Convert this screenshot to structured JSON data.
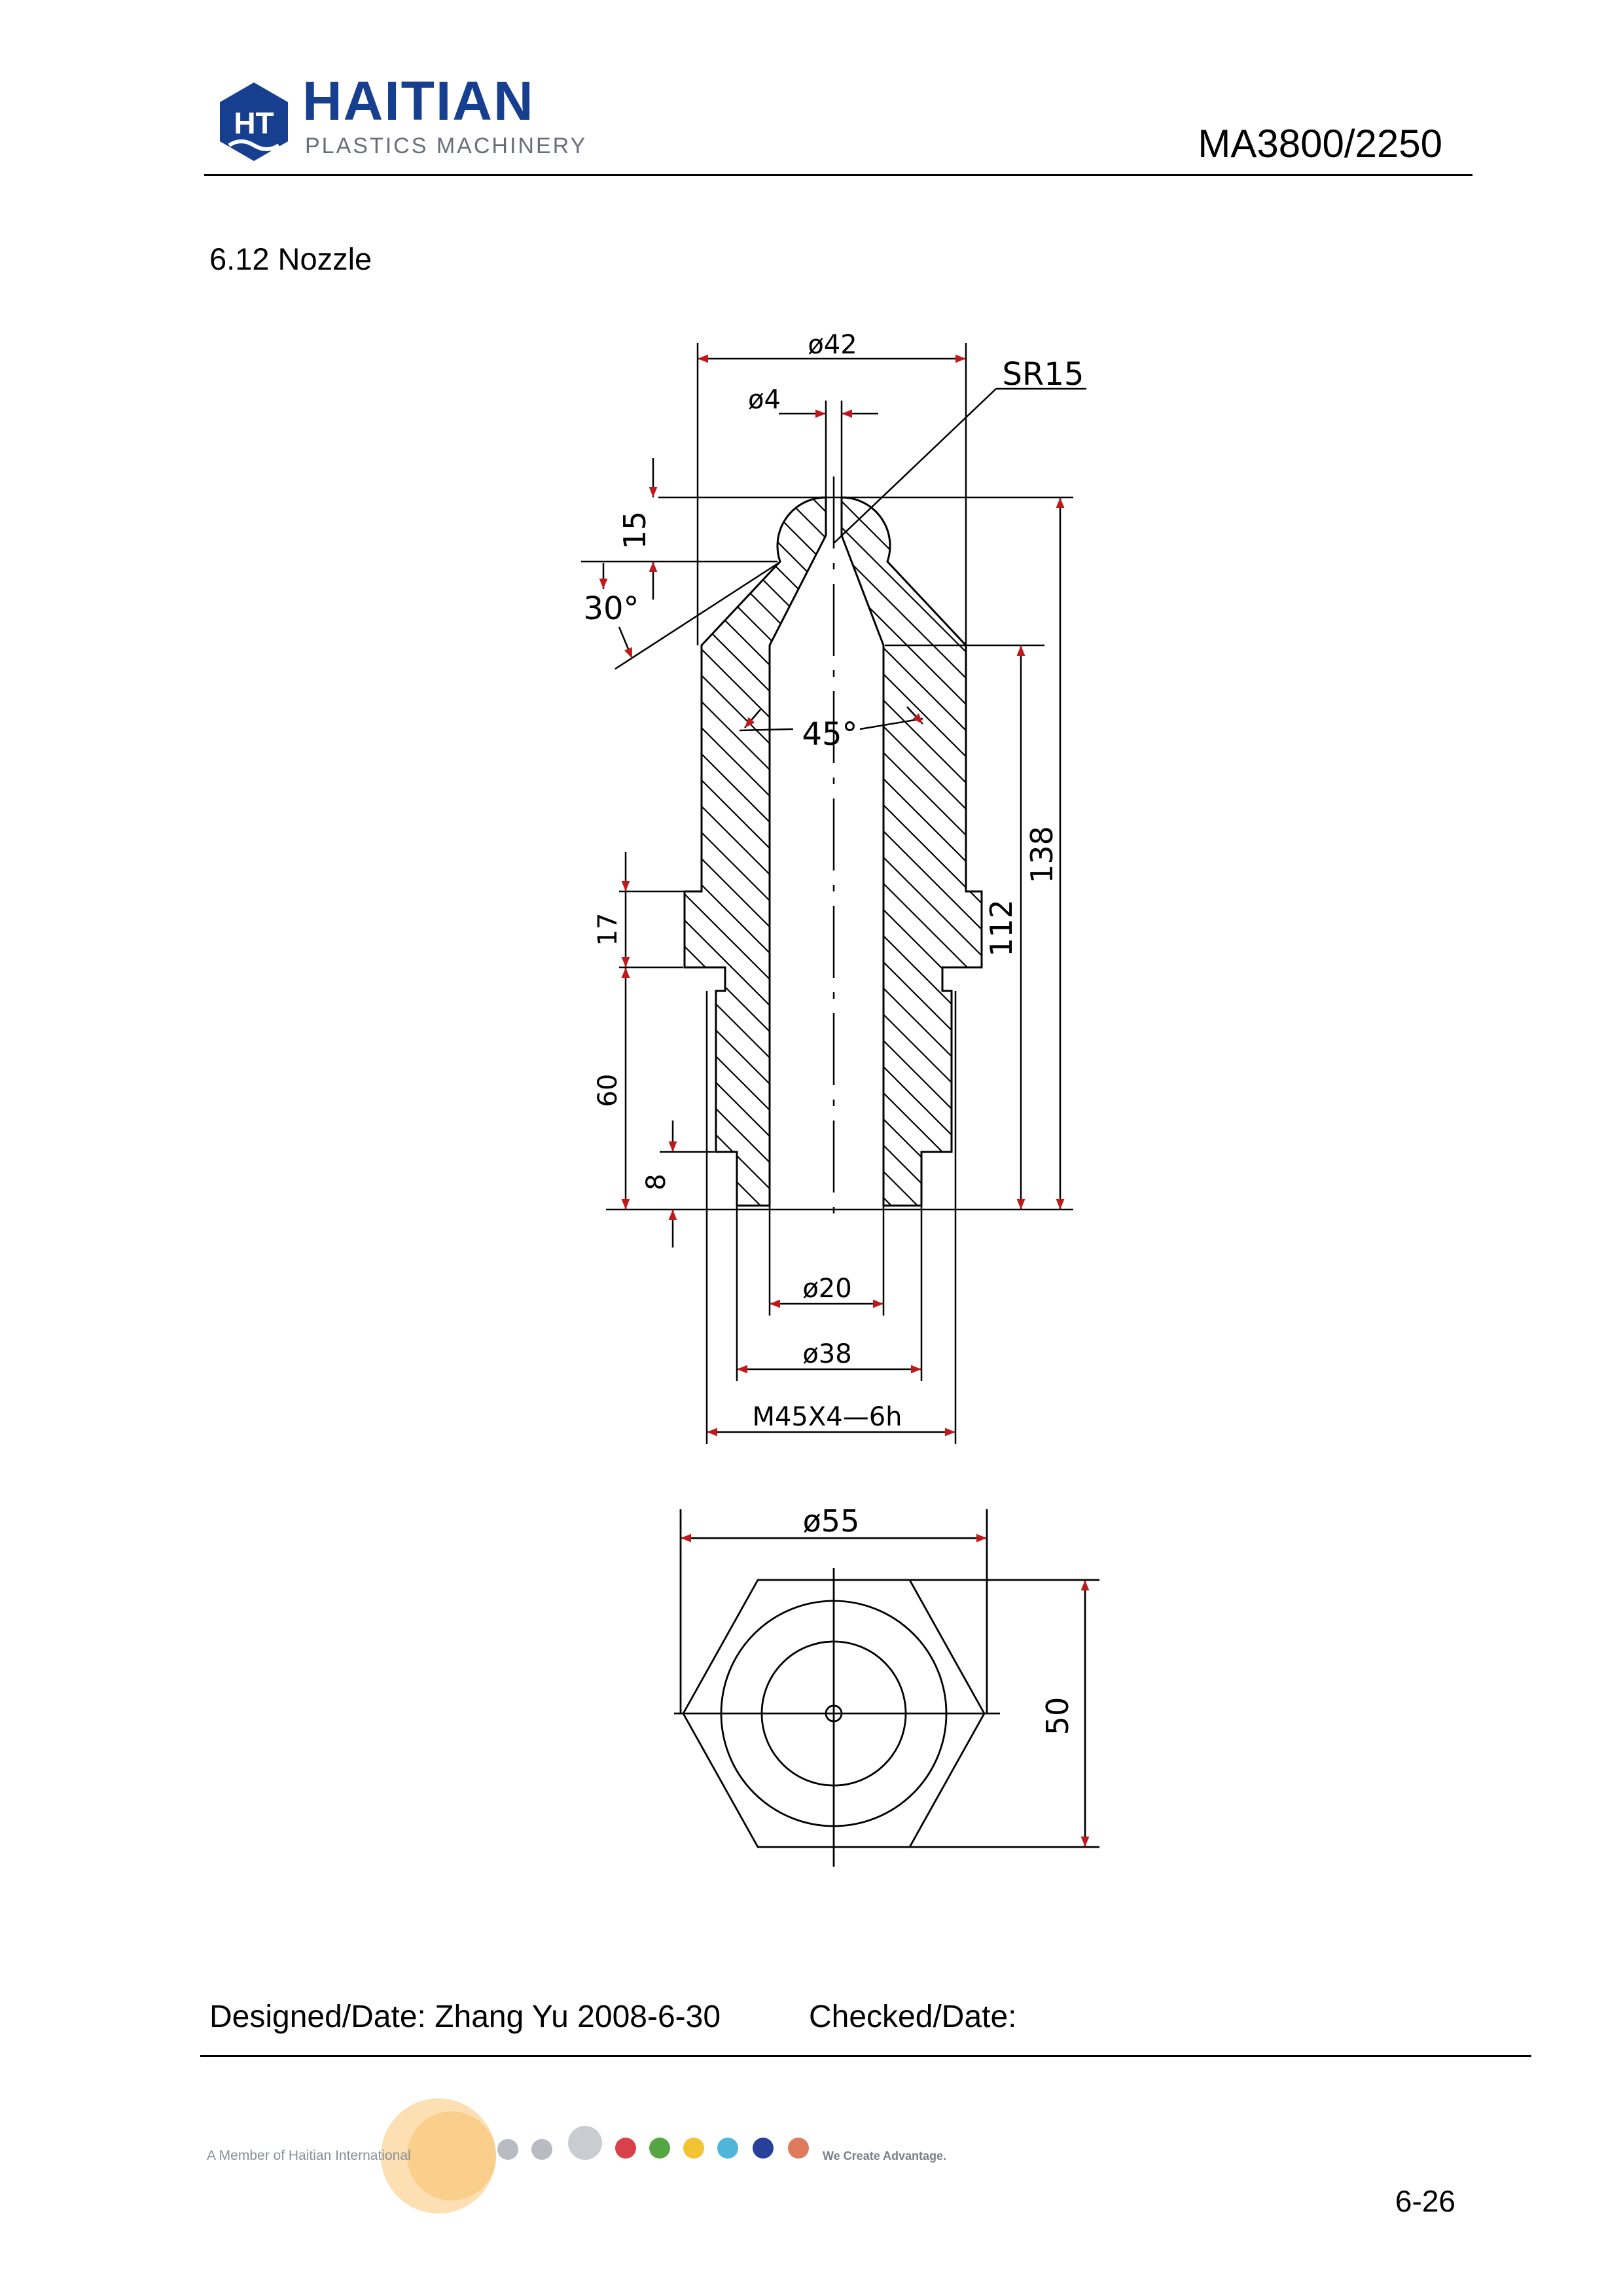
{
  "header": {
    "logo_badge": "HT",
    "brand_name": "HAITIAN",
    "brand_sub": "PLASTICS MACHINERY",
    "doc_code": "MA3800/2250"
  },
  "section": {
    "title": "6.12 Nozzle"
  },
  "drawing": {
    "dims": {
      "dia42": "ø42",
      "dia4": "ø4",
      "sr15": "SR15",
      "d15": "15",
      "ang30": "30°",
      "ang45": "45°",
      "d138": "138",
      "d112": "112",
      "d17": "17",
      "d60": "60",
      "d8": "8",
      "dia20": "ø20",
      "dia38": "ø38",
      "thread": "M45X4—6h",
      "dia55": "ø55",
      "d50": "50"
    }
  },
  "footer": {
    "designed": "Designed/Date: Zhang Yu 2008-6-30",
    "checked": "Checked/Date:",
    "member": "A Member of Haitian International",
    "slogan": "We Create Advantage.",
    "page": "6-26"
  },
  "colors": {
    "brand_blue": "#173f8f",
    "arrow_red": "#c0191c",
    "line": "#000000"
  }
}
